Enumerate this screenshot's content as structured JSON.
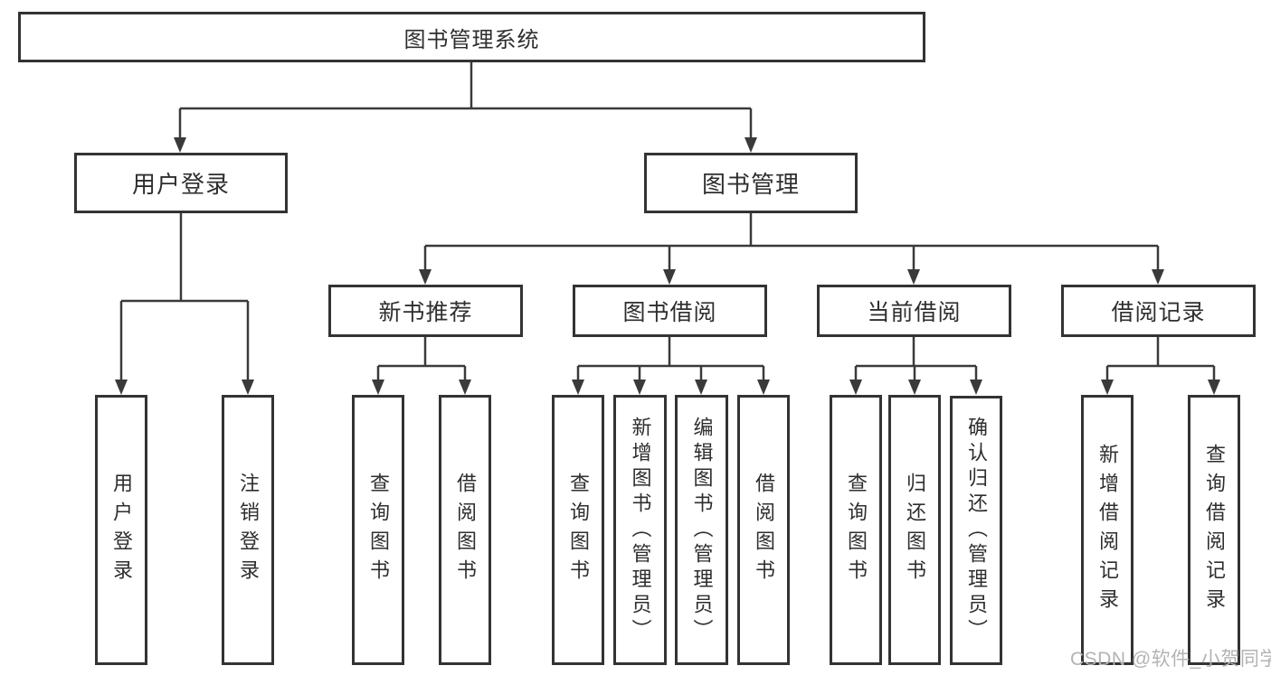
{
  "tree": {
    "root": {
      "label": "图书管理系统"
    },
    "branches": [
      {
        "label": "用户登录",
        "children": [
          {
            "label": "用户登录"
          },
          {
            "label": "注销登录"
          }
        ]
      },
      {
        "label": "图书管理",
        "children": [
          {
            "label": "新书推荐",
            "children": [
              {
                "label": "查询图书"
              },
              {
                "label": "借阅图书"
              }
            ]
          },
          {
            "label": "图书借阅",
            "children": [
              {
                "label": "查询图书"
              },
              {
                "label": "新增图书（管理员）"
              },
              {
                "label": "编辑图书（管理员）"
              },
              {
                "label": "借阅图书"
              }
            ]
          },
          {
            "label": "当前借阅",
            "children": [
              {
                "label": "查询图书"
              },
              {
                "label": "归还图书"
              },
              {
                "label": "确认归还（管理员）"
              }
            ]
          },
          {
            "label": "借阅记录",
            "children": [
              {
                "label": "新增借阅记录"
              },
              {
                "label": "查询借阅记录"
              }
            ]
          }
        ]
      }
    ]
  },
  "watermark": {
    "text": "CSDN @软件_小贺同学"
  },
  "colors": {
    "line": "#3a3a3a",
    "border": "#333333",
    "box_fill": "#ffffff",
    "text": "#2e2e2e",
    "background": "#ffffff",
    "watermark": "#b3b3b3"
  }
}
